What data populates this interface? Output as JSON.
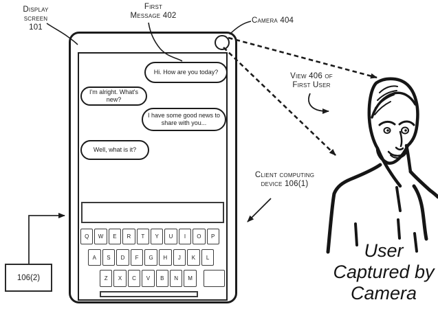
{
  "figure": {
    "labels": {
      "display_screen": "Display\nscreen\n101",
      "first_message": "First\nMessage 402",
      "camera": "Camera 404",
      "view": "View 406 of\nFirst User",
      "client_device": "Client computing\ndevice 106(1)",
      "ref_box": "106(2)",
      "user_caption": "User\nCaptured by\nCamera"
    },
    "colors": {
      "ink": "#1b1b1b",
      "background": "#ffffff"
    }
  },
  "chat": {
    "messages": [
      {
        "text": "Hi. How are you today?",
        "side": "right"
      },
      {
        "text": "I'm alright. What's new?",
        "side": "left"
      },
      {
        "text": "I have some good news to share with you...",
        "side": "right"
      },
      {
        "text": "Well, what is it?",
        "side": "left"
      }
    ]
  },
  "keyboard": {
    "row1": [
      "Q",
      "W",
      "E",
      "R",
      "T",
      "Y",
      "U",
      "I",
      "O",
      "P"
    ],
    "row2": [
      "A",
      "S",
      "D",
      "F",
      "G",
      "H",
      "J",
      "K",
      "L"
    ],
    "row3": [
      "Z",
      "X",
      "C",
      "V",
      "B",
      "N",
      "M"
    ]
  }
}
